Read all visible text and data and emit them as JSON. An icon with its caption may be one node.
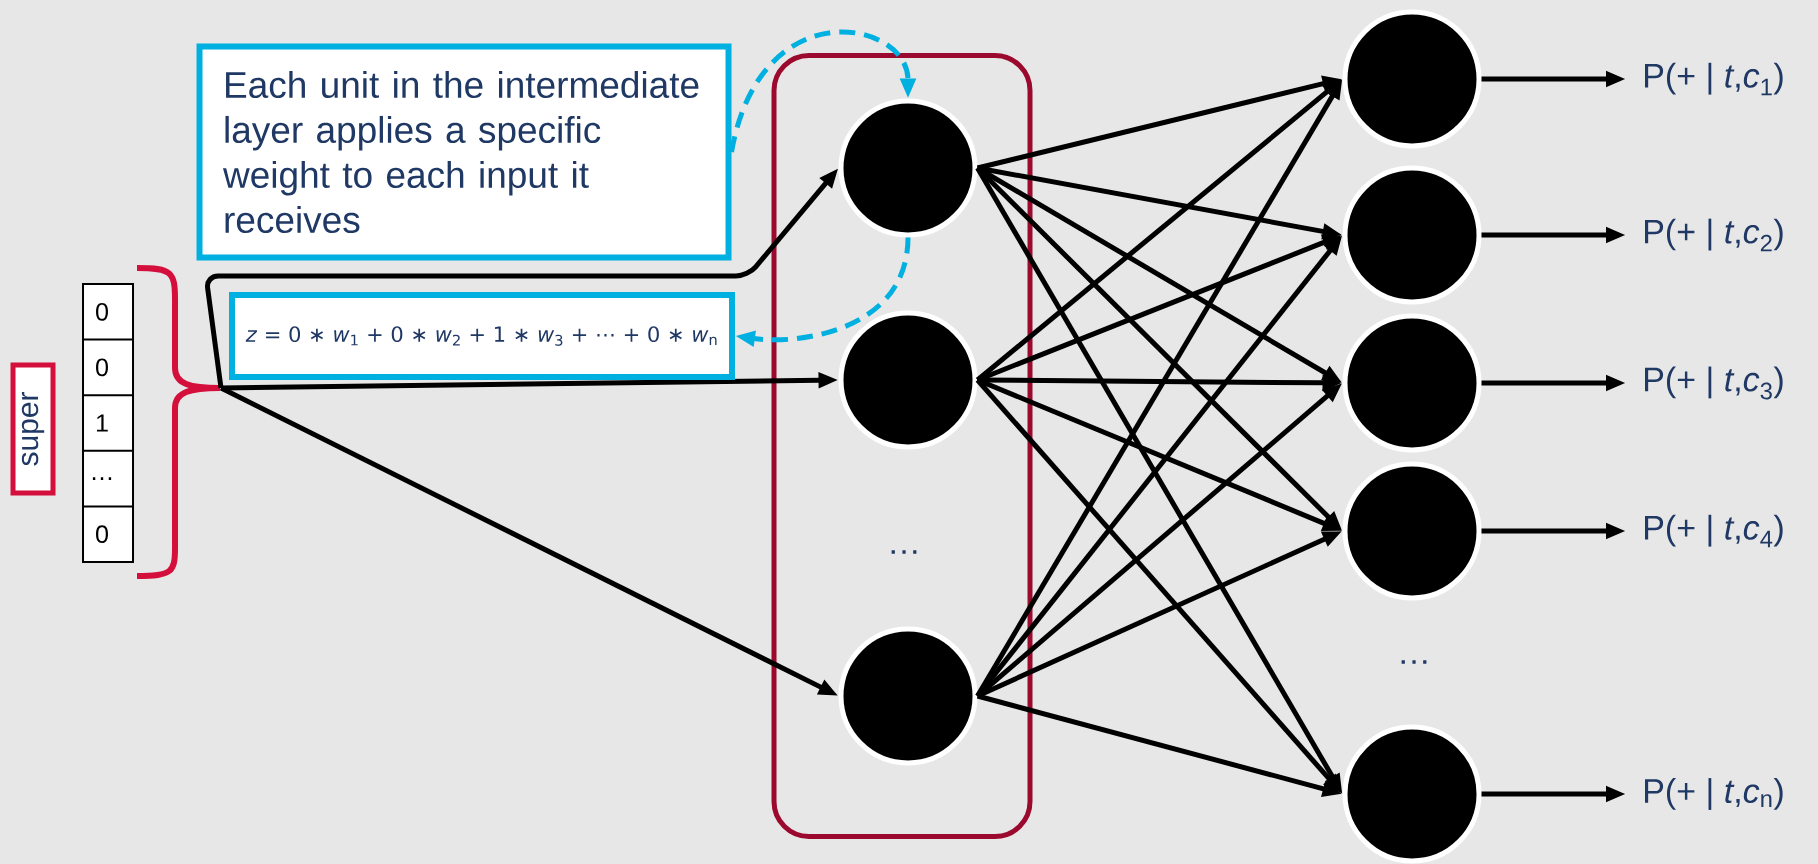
{
  "diagram": {
    "nodes": [
      {
        "text": [
          "super"
        ]
      },
      {
        "text": [
          "0",
          "0",
          "1",
          "…",
          "0"
        ]
      },
      {
        "text": [
          "Each unit in the intermediate layer applies a specific weight to each input it receives"
        ]
      },
      {
        "text": [
          "*z* = 0 ∗ *w*$_{1}$ + 0 ∗ *w*$_{2}$ + 1 ∗ *w*$_{3}$ + ⋯ + 0 ∗ *w*$_{n}$"
        ]
      },
      {
        "text": [],
        "shape": "box"
      },
      {
        "text": [],
        "shape": "circle",
        "in": 4
      },
      {
        "text": [],
        "shape": "circle",
        "in": 4
      },
      {
        "text": [],
        "shape": "circle",
        "in": 4
      },
      {
        "text": [],
        "shape": "circle"
      },
      {
        "text": [],
        "shape": "circle"
      },
      {
        "text": [],
        "shape": "circle"
      },
      {
        "text": [],
        "shape": "circle"
      },
      {
        "text": [],
        "shape": "circle"
      },
      {
        "text": [
          "P(+ | *t*,*c*$_{1}$)"
        ]
      },
      {
        "text": [
          "P(+ | *t*,*c*$_{2}$)"
        ]
      },
      {
        "text": [
          "P(+ | *t*,*c*$_{3}$)"
        ]
      },
      {
        "text": [
          "P(+ | *t*,*c*$_{4}$)"
        ]
      },
      {
        "text": [
          "P(+ | *t*,*c*$_{n}$)"
        ]
      }
    ],
    "edges": [
      {
        "from": 1,
        "to": 5,
        "arrow": "to"
      },
      {
        "from": 1,
        "to": 6,
        "arrow": "to"
      },
      {
        "from": 1,
        "to": 7,
        "arrow": "to"
      },
      {
        "from": 5,
        "to": 8,
        "arrow": "to"
      },
      {
        "from": 5,
        "to": 9,
        "arrow": "to"
      },
      {
        "from": 5,
        "to": 10,
        "arrow": "to"
      },
      {
        "from": 5,
        "to": 11,
        "arrow": "to"
      },
      {
        "from": 5,
        "to": 12,
        "arrow": "to"
      },
      {
        "from": 6,
        "to": 8,
        "arrow": "to"
      },
      {
        "from": 6,
        "to": 9,
        "arrow": "to"
      },
      {
        "from": 6,
        "to": 10,
        "arrow": "to"
      },
      {
        "from": 6,
        "to": 11,
        "arrow": "to"
      },
      {
        "from": 6,
        "to": 12,
        "arrow": "to"
      },
      {
        "from": 7,
        "to": 8,
        "arrow": "to"
      },
      {
        "from": 7,
        "to": 9,
        "arrow": "to"
      },
      {
        "from": 7,
        "to": 10,
        "arrow": "to"
      },
      {
        "from": 7,
        "to": 11,
        "arrow": "to"
      },
      {
        "from": 7,
        "to": 12,
        "arrow": "to"
      },
      {
        "from": 8,
        "to": 13,
        "arrow": "to"
      },
      {
        "from": 9,
        "to": 14,
        "arrow": "to"
      },
      {
        "from": 10,
        "to": 15,
        "arrow": "to"
      },
      {
        "from": 11,
        "to": 16,
        "arrow": "to"
      },
      {
        "from": 12,
        "to": 17,
        "arrow": "to"
      },
      {
        "from": 2,
        "to": 5,
        "arrow": "to",
        "style": "dashed",
        "color": "#00b0e0"
      },
      {
        "from": 5,
        "to": 3,
        "arrow": "to",
        "style": "dashed",
        "color": "#00b0e0"
      }
    ],
    "labels": [
      "…",
      "…"
    ]
  }
}
